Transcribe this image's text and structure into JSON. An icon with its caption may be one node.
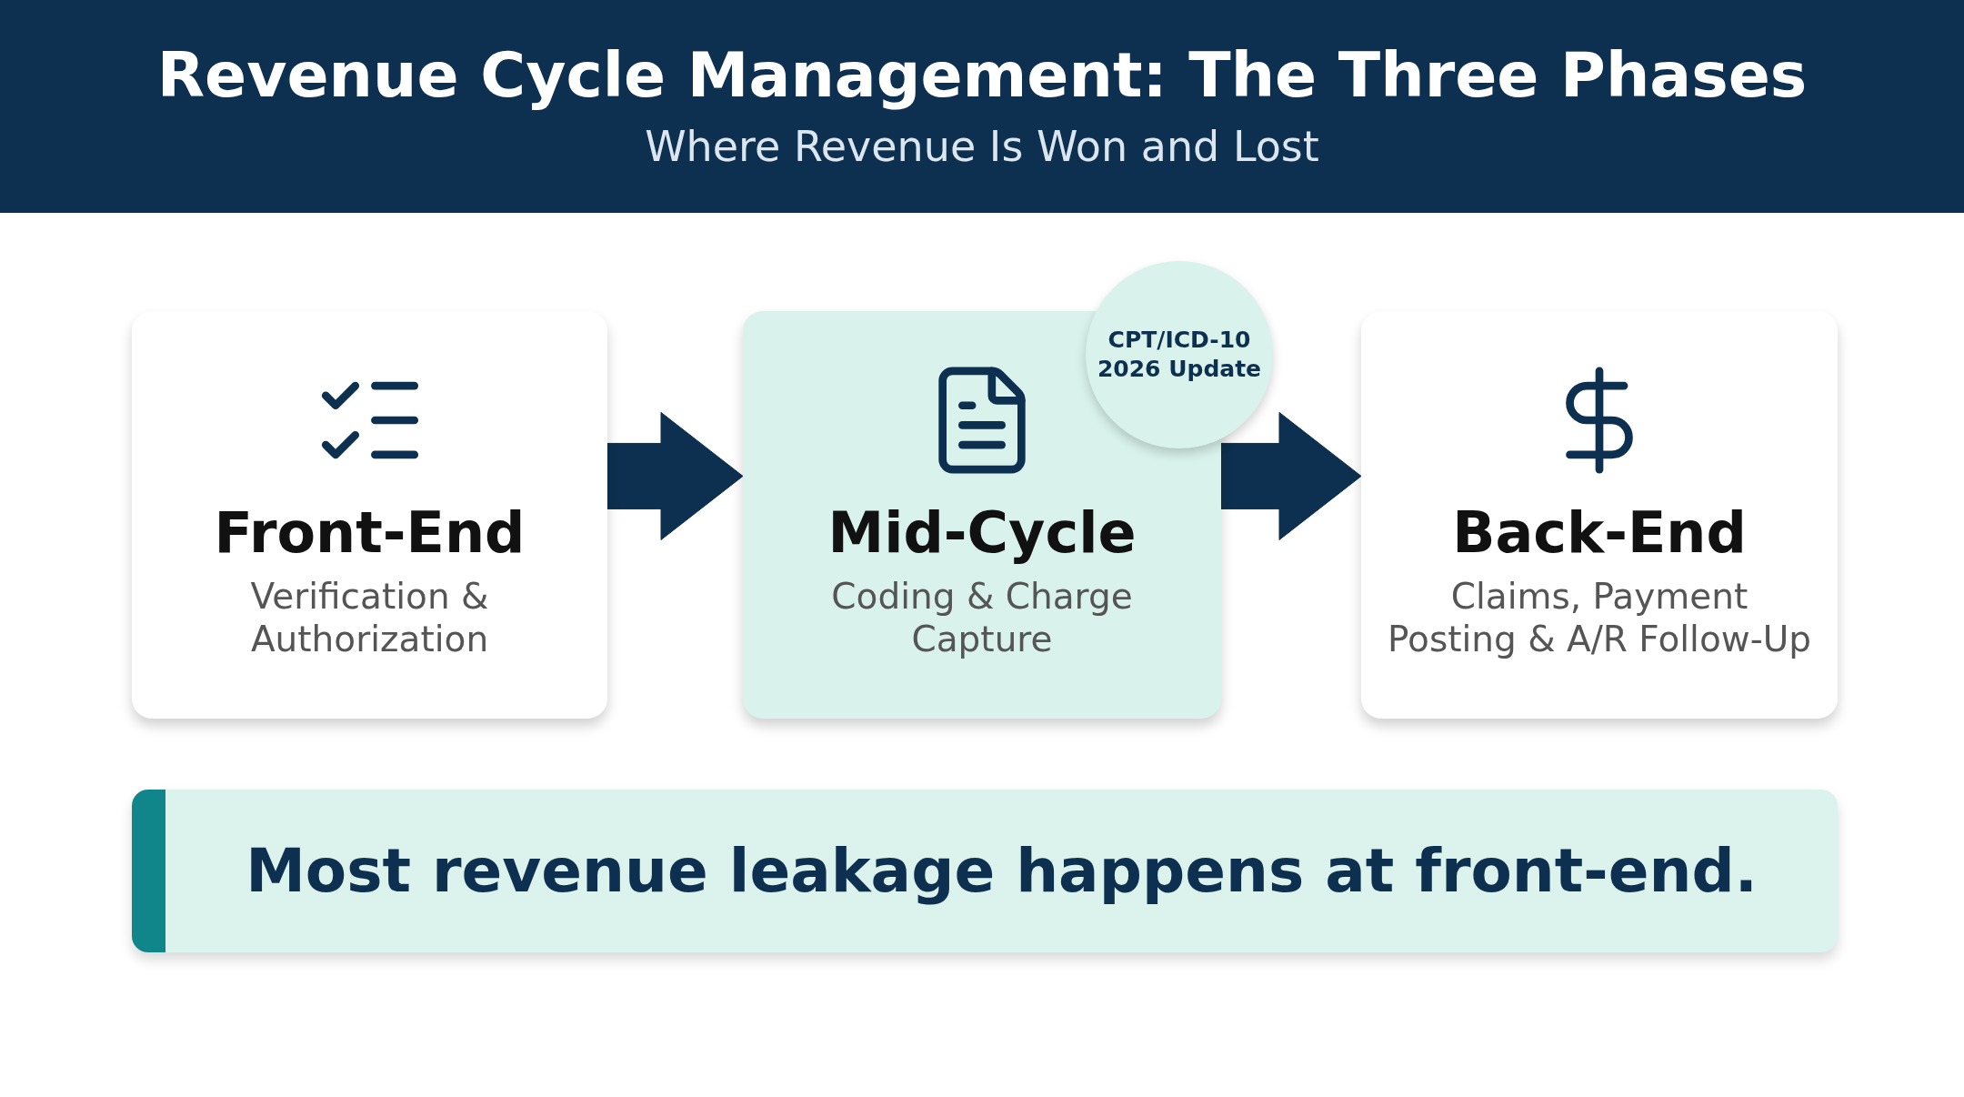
{
  "diagram": {
    "title": "Revenue Cycle Management: The Three Phases",
    "caption": "Where Revenue Is Won and Lost",
    "nodes": [
      {
        "text": [
          "Front-End",
          "Verification & Authorization"
        ]
      },
      {
        "text": [
          "Mid-Cycle",
          "Coding & Charge Capture"
        ]
      },
      {
        "text": [
          "CPT/ICD-10 2026 Update"
        ]
      },
      {
        "text": [
          "Back-End",
          "Claims, Payment Posting & A/R Follow-Up"
        ]
      },
      {
        "text": [
          "Most revenue leakage happens at front-end."
        ]
      }
    ],
    "edges": [
      {
        "from": 0,
        "to": 1,
        "arrow": "to",
        "style": "thick"
      },
      {
        "from": 1,
        "to": 3,
        "arrow": "to",
        "style": "thick"
      }
    ]
  }
}
